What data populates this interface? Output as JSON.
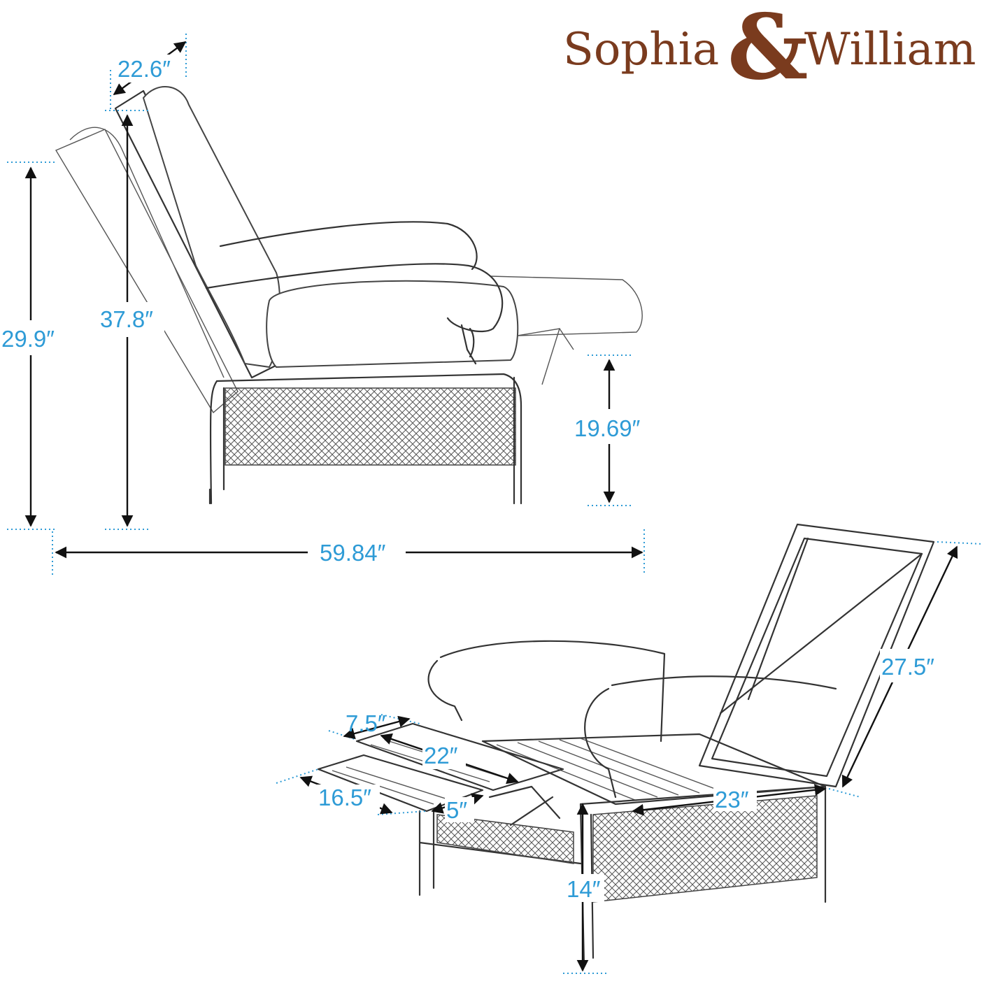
{
  "brand": {
    "name_part1": "Sophia",
    "ampersand": "&",
    "name_part2": "William",
    "color": "#7a3b1e"
  },
  "colors": {
    "dimension_text": "#2e9bd6",
    "dimension_line": "#111111",
    "line_art": "#333333"
  },
  "dimensions": {
    "headrest_depth": "22.6″",
    "backrest_height": "37.8″",
    "total_height": "29.9″",
    "seat_height": "19.69″",
    "total_length": "59.84″",
    "backrest_length": "27.5″",
    "footrest_top_width": "7.5″",
    "footrest_length": "22″",
    "footrest_width": "16.5″",
    "footrest_gap": "5″",
    "seat_depth": "23″",
    "frame_height": "14″"
  }
}
